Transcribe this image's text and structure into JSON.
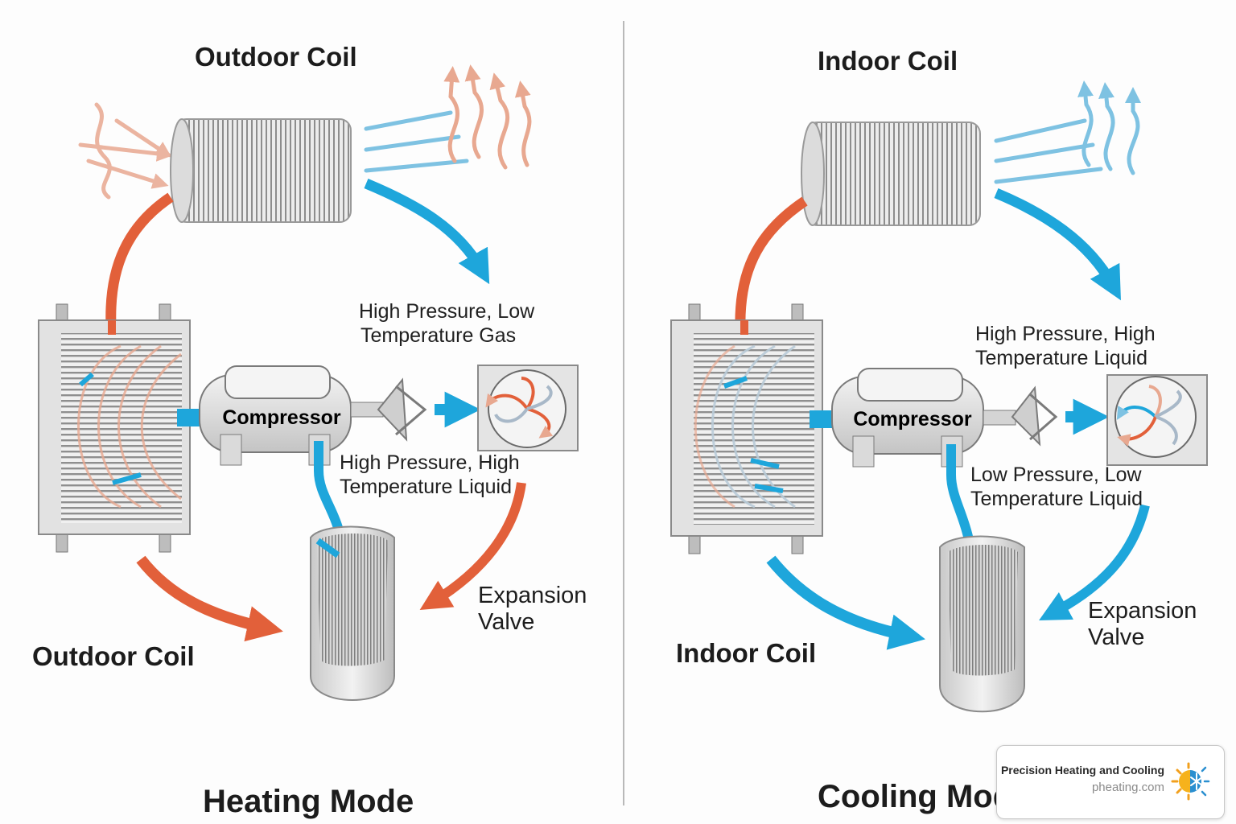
{
  "heating": {
    "top_coil": "Outdoor Coil",
    "pressure_top": [
      "High Pressure, Low",
      "Temperature Gas"
    ],
    "compressor": "Compressor",
    "pressure_bottom": [
      "High Pressure, High",
      "Temperature Liquid"
    ],
    "expansion_valve": [
      "Expansion",
      "Valve"
    ],
    "bottom_coil": "Outdoor Coil",
    "mode": "Heating Mode"
  },
  "cooling": {
    "top_coil": "Indoor Coil",
    "pressure_top": [
      "High Pressure, High",
      "Temperature Liquid"
    ],
    "compressor": "Compressor",
    "pressure_bottom": [
      "Low Pressure, Low",
      "Temperature Liquid"
    ],
    "expansion_valve": [
      "Expansion",
      "Valve"
    ],
    "bottom_coil": "Indoor Coil",
    "mode": "Cooling Mode"
  },
  "brand": {
    "name": "Precision Heating and Cooling",
    "url": "pheating.com",
    "logo_icon": "sun-snowflake-icon"
  },
  "colors": {
    "hot": "#e2603a",
    "cold": "#1ea6db",
    "hot_light": "#e8a890",
    "cold_light": "#7ec2e2"
  }
}
